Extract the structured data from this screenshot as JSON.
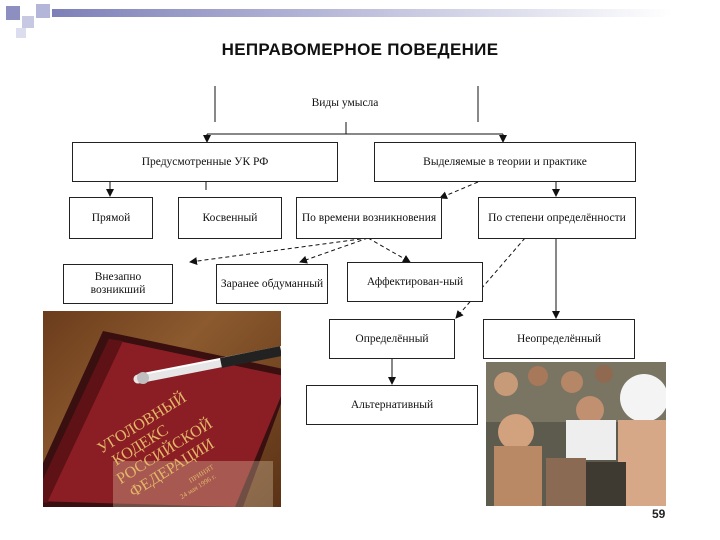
{
  "title": "НЕПРАВОМЕРНОЕ ПОВЕДЕНИЕ",
  "diagram": {
    "root": "Виды умысла",
    "uk": "Предусмотренные УК РФ",
    "theory": "Выделяемые в теории и практике",
    "direct": "Прямой",
    "indirect": "Косвенный",
    "by_time": "По времени возникновения",
    "by_degree": "По степени определённости",
    "sudden": "Внезапно возникший",
    "premeditated": "Заранее обдуманный",
    "affect": "Аффектирован-ный",
    "definite": "Определённый",
    "indefinite": "Неопределённый",
    "alternative": "Альтернативный"
  },
  "book": {
    "cover_text": "УГОЛОВНЫЙ КОДЕКС РОССИЙСКОЙ ФЕДЕРАЦИИ",
    "small_text": "ПРИНЯТ 24 мая 1996 г."
  },
  "page_number": "59"
}
